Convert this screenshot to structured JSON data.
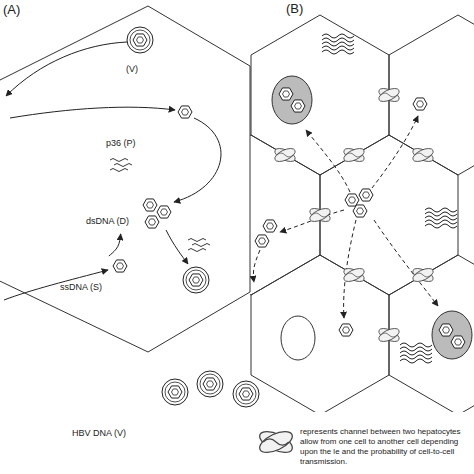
{
  "diagram": {
    "nodes": [
      {
        "text": [
          "(V)"
        ]
      },
      {
        "text": [
          "p36 (P)"
        ]
      },
      {
        "text": [
          "dsDNA (D)"
        ]
      },
      {
        "text": [
          "ssDNA (S)"
        ]
      },
      {
        "text": [
          "HBV DNA (V)"
        ]
      }
    ],
    "edges": [
      {
        "from": 3,
        "to": 2,
        "arrow": "to"
      }
    ],
    "labels": [
      "(A)",
      "(B)"
    ],
    "legend": [
      {
        "text": "represents channel between two hepatocytes allow from one cell to another cell depending upon the le and the probability of cell-to-cell transmission."
      }
    ]
  }
}
